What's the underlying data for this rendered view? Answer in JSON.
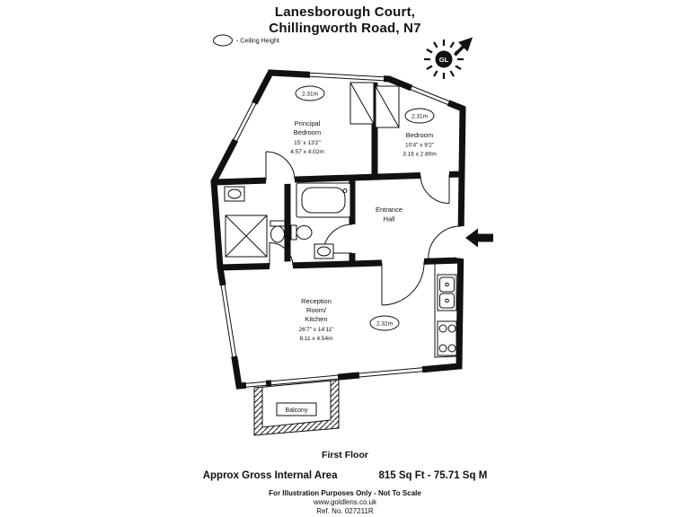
{
  "header": {
    "title_line1": "Lanesborough Court,",
    "title_line2": "Chillingworth Road, N7"
  },
  "legend": {
    "ceiling_height_label": "- Ceiling Height"
  },
  "compass": {
    "logo": "GL"
  },
  "plan": {
    "principal_bedroom": {
      "name_line1": "Principal",
      "name_line2": "Bedroom",
      "dims_imperial": "15' x 13'2\"",
      "dims_metric": "4.57 x 4.02m",
      "ceiling_height": "2.31m"
    },
    "bedroom": {
      "name": "Bedroom",
      "dims_imperial": "10'4\" x 9'2\"",
      "dims_metric": "3.16 x 2.80m",
      "ceiling_height": "2.31m"
    },
    "entrance_hall": {
      "name_line1": "Entrance",
      "name_line2": "Hall"
    },
    "reception": {
      "name_line1": "Reception",
      "name_line2": "Room/",
      "name_line3": "Kitchen",
      "dims_imperial": "26'7\" x 14'11\"",
      "dims_metric": "8.11 x 4.54m",
      "ceiling_height": "2.32m"
    },
    "balcony": {
      "name": "Balcony"
    }
  },
  "footer": {
    "floor": "First Floor",
    "area_label": "Approx Gross Internal Area",
    "area_value": "815 Sq Ft - 75.71 Sq M",
    "disclaimer": "For Illustration Purposes Only - Not To Scale",
    "website": "www.goldlens.co.uk",
    "reference": "Ref. No. 027211R"
  }
}
